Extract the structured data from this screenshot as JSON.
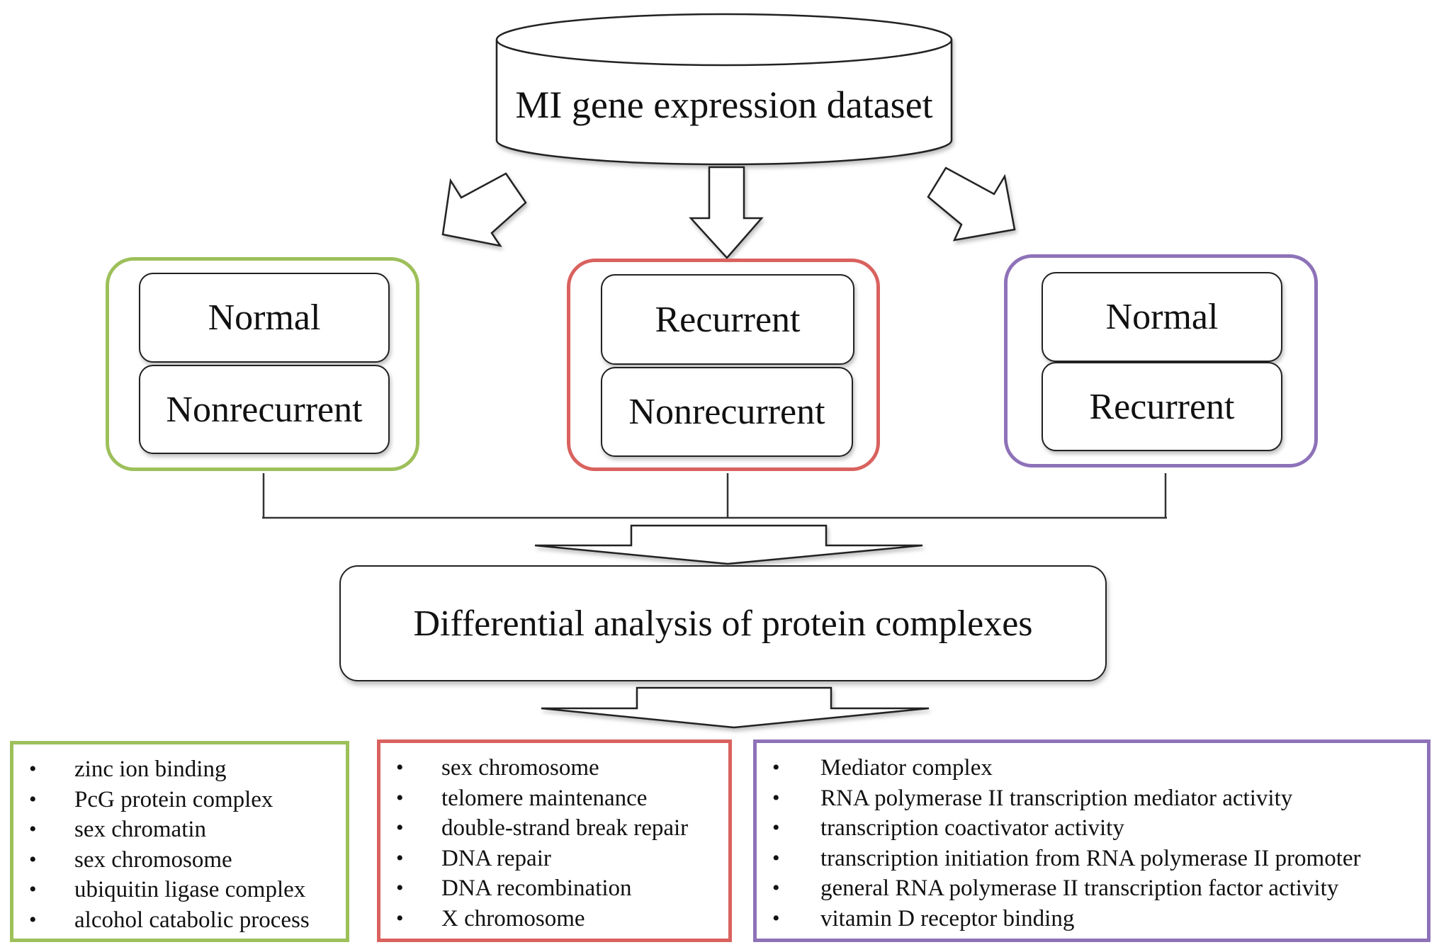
{
  "diagram": {
    "source": {
      "label": "MI gene expression dataset",
      "shape": "cylinder"
    },
    "comparisons": [
      {
        "id": "normal-vs-nonrecurrent",
        "color": "#9dc05a",
        "top": "Normal",
        "bottom": "Nonrecurrent"
      },
      {
        "id": "recurrent-vs-nonrecurrent",
        "color": "#d9625e",
        "top": "Recurrent",
        "bottom": "Nonrecurrent"
      },
      {
        "id": "normal-vs-recurrent",
        "color": "#8e72b8",
        "top": "Normal",
        "bottom": "Recurrent"
      }
    ],
    "analysis": {
      "label": "Differential analysis of protein complexes"
    },
    "results": [
      {
        "color": "#9dc05a",
        "bullet": "•",
        "items": [
          "zinc ion binding",
          "PcG protein complex",
          "sex chromatin",
          "sex chromosome",
          "ubiquitin ligase complex",
          "alcohol catabolic process"
        ]
      },
      {
        "color": "#d9625e",
        "bullet": "•",
        "items": [
          "sex chromosome",
          "telomere maintenance",
          "double-strand break repair",
          "DNA repair",
          "DNA recombination",
          "X chromosome"
        ]
      },
      {
        "color": "#8e72b8",
        "bullet": "•",
        "items": [
          "Mediator complex",
          "RNA polymerase II transcription mediator activity",
          "transcription coactivator activity",
          "transcription initiation from RNA polymerase II promoter",
          "general RNA polymerase II transcription factor activity",
          "vitamin D receptor binding"
        ]
      }
    ],
    "edge_color": "#222222"
  }
}
